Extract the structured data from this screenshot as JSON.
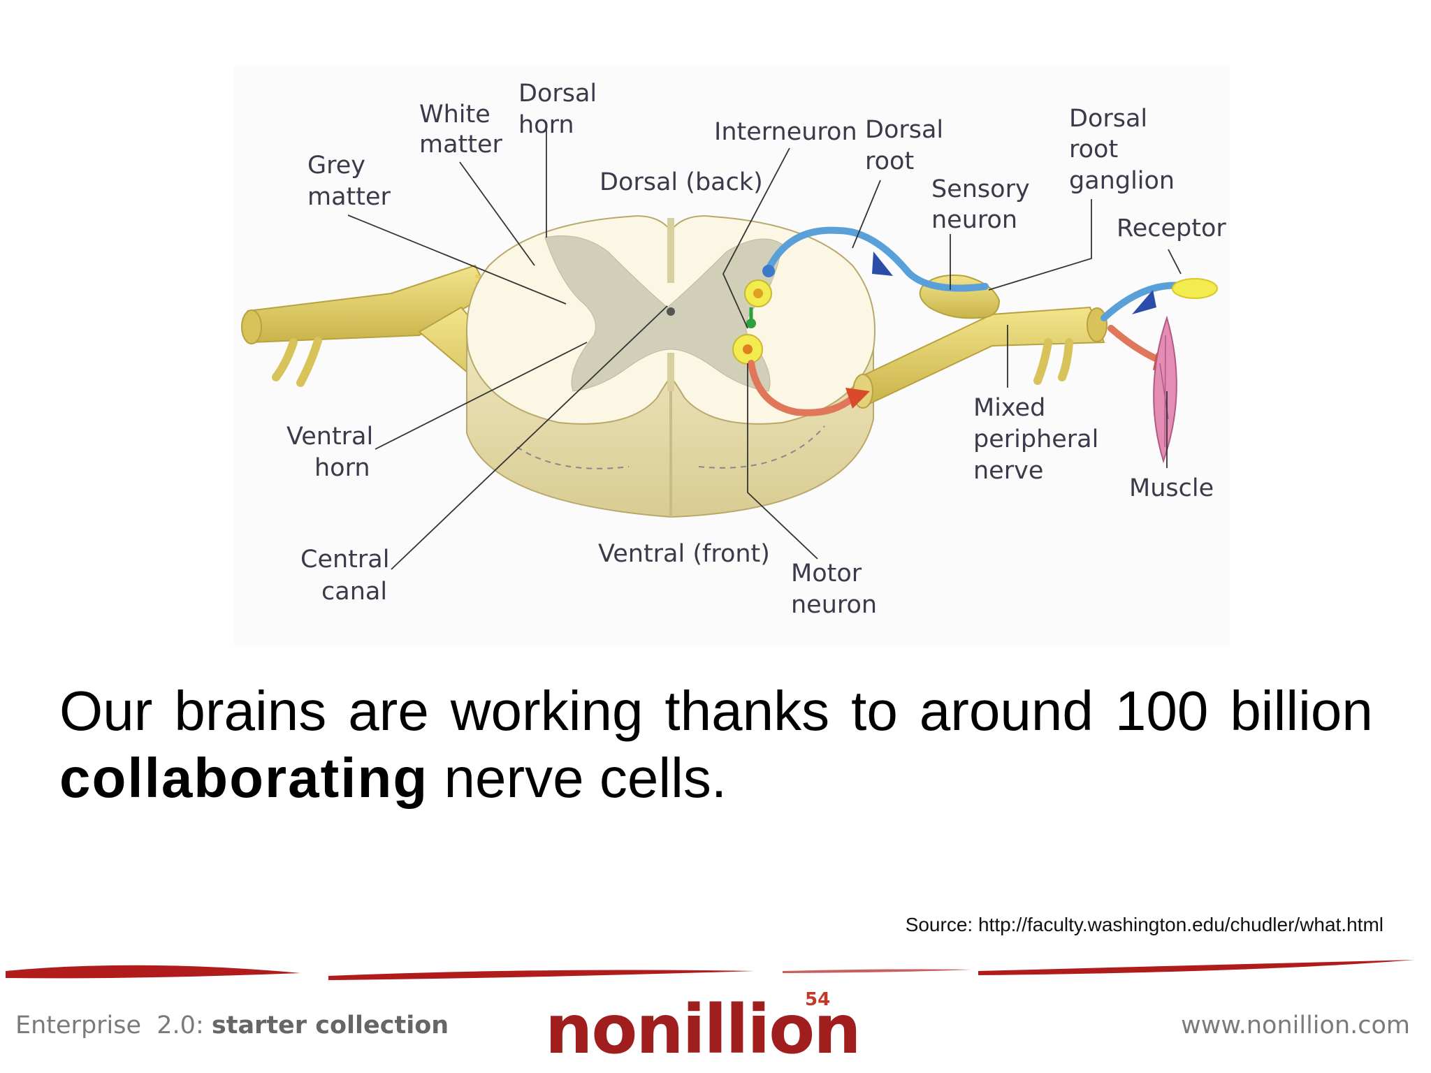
{
  "diagram": {
    "labels": {
      "dorsal_horn": [
        "Dorsal",
        "horn"
      ],
      "white_matter": [
        "White",
        "matter"
      ],
      "grey_matter": [
        "Grey",
        "matter"
      ],
      "interneuron": "Interneuron",
      "dorsal_root": [
        "Dorsal",
        "root"
      ],
      "dorsal_back": "Dorsal (back)",
      "sensory_neuron": [
        "Sensory",
        "neuron"
      ],
      "drg": [
        "Dorsal",
        "root",
        "ganglion"
      ],
      "receptor": "Receptor",
      "ventral_horn": [
        "Ventral",
        "horn"
      ],
      "central_canal": [
        "Central",
        "canal"
      ],
      "ventral_front": "Ventral (front)",
      "motor_neuron": [
        "Motor",
        "neuron"
      ],
      "mixed_nerve": [
        "Mixed",
        "peripheral",
        "nerve"
      ],
      "muscle": "Muscle"
    }
  },
  "caption": {
    "line1_words": [
      "Our",
      "brains",
      "are",
      "working",
      "thanks",
      "to",
      "around",
      "100",
      "billion"
    ],
    "line2_bold": "collaborating",
    "line2_rest": " nerve cells."
  },
  "source": "Source: http://faculty.washington.edu/chudler/what.html",
  "footer": {
    "left_regular": "Enterprise  2.0: ",
    "left_bold": "starter collection",
    "logo_word": "nonillion",
    "logo_superscript": "54",
    "right": "www.nonillion.com"
  },
  "colors": {
    "nerve": "#e8d36a",
    "grey_matter": "#d2cfb8",
    "white_matter": "#fbf7e4",
    "sensory": "#5aa0d8",
    "motor": "#e0775a",
    "muscle": "#e48cb4",
    "footer_swoosh": "#b01c1c",
    "logo": "#a01e1e"
  }
}
